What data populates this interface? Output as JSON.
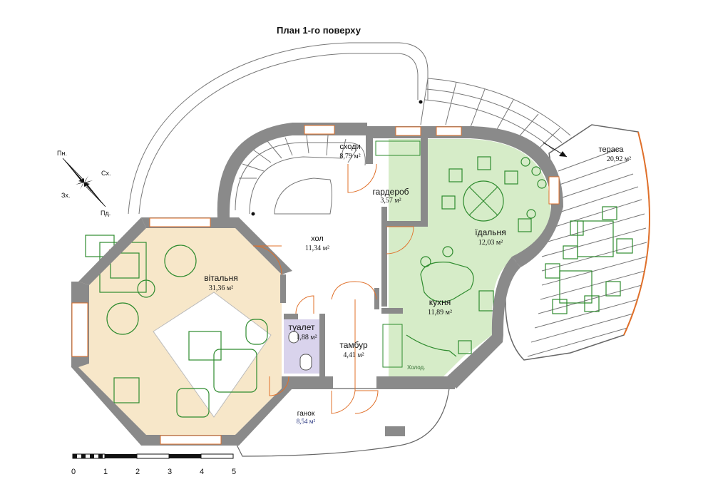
{
  "title": "План 1-го поверху",
  "compass": {
    "n": "Пн.",
    "e": "Сх.",
    "w": "Зх.",
    "s": "Пд."
  },
  "rooms": {
    "stairs": {
      "name": "сходи",
      "area": "8,79 м²"
    },
    "wardrobe": {
      "name": "гардероб",
      "area": "3,57 м²"
    },
    "hall": {
      "name": "хол",
      "area": "11,34 м²"
    },
    "living": {
      "name": "вітальня",
      "area": "31,36 м²"
    },
    "dining": {
      "name": "їдальня",
      "area": "12,03 м²"
    },
    "kitchen": {
      "name": "кухня",
      "area": "11,89 м²"
    },
    "toilet": {
      "name": "туалет",
      "area": "1,88 м²"
    },
    "vestibule": {
      "name": "тамбур",
      "area": "4,41 м²"
    },
    "porch": {
      "name": "ганок",
      "area": "8,54 м²"
    },
    "terrace": {
      "name": "тераса",
      "area": "20,92 м²"
    }
  },
  "fridge_label": "Холод.",
  "scale": {
    "ticks": [
      "0",
      "1",
      "2",
      "3",
      "4",
      "5"
    ]
  },
  "colors": {
    "living_fill": "#f7e7c9",
    "kitchen_fill": "#d6ecc8",
    "toilet_fill": "#d9d3ec",
    "wall": "#8a8a8a",
    "furniture": "#2e8b2e",
    "door": "#e0702a"
  }
}
